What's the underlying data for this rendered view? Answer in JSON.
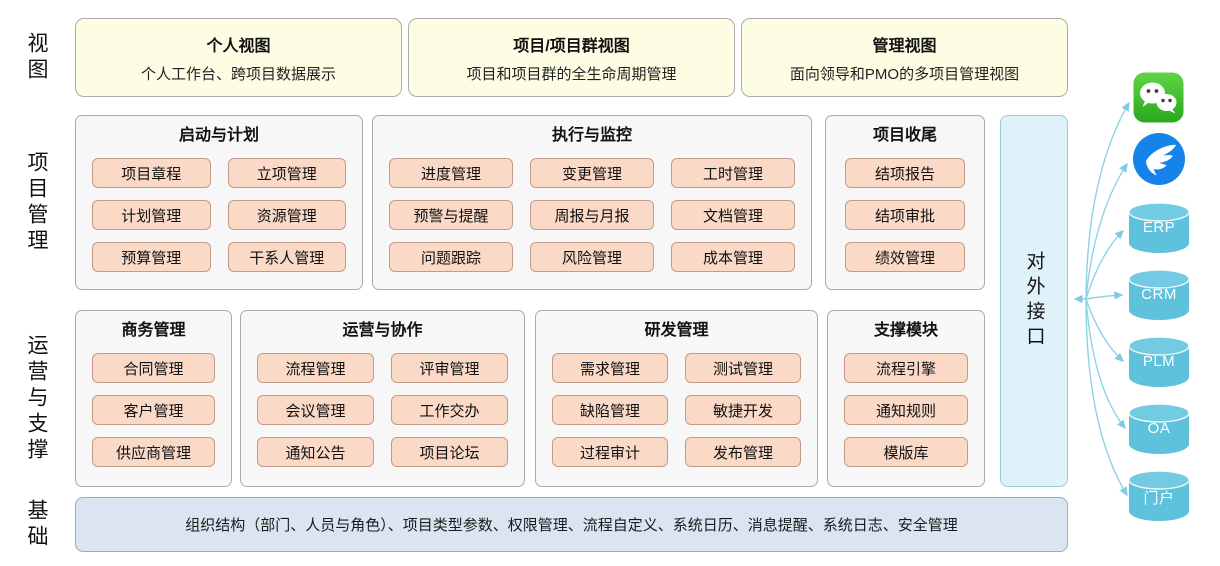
{
  "layers": {
    "views": {
      "label": "视图",
      "boxes": [
        {
          "title": "个人视图",
          "subtitle": "个人工作台、跨项目数据展示"
        },
        {
          "title": "项目/项目群视图",
          "subtitle": "项目和项目群的全生命周期管理"
        },
        {
          "title": "管理视图",
          "subtitle": "面向领导和PMO的多项目管理视图"
        }
      ]
    },
    "project_management": {
      "label": "项目管理",
      "sections": [
        {
          "title": "启动与计划",
          "columns": 2,
          "items": [
            "项目章程",
            "立项管理",
            "计划管理",
            "资源管理",
            "预算管理",
            "干系人管理"
          ]
        },
        {
          "title": "执行与监控",
          "columns": 3,
          "items": [
            "进度管理",
            "变更管理",
            "工时管理",
            "预警与提醒",
            "周报与月报",
            "文档管理",
            "问题跟踪",
            "风险管理",
            "成本管理"
          ]
        },
        {
          "title": "项目收尾",
          "columns": 1,
          "items": [
            "结项报告",
            "结项审批",
            "绩效管理"
          ]
        }
      ]
    },
    "operations_support": {
      "label": "运营与支撑",
      "sections": [
        {
          "title": "商务管理",
          "columns": 1,
          "items": [
            "合同管理",
            "客户管理",
            "供应商管理"
          ]
        },
        {
          "title": "运营与协作",
          "columns": 2,
          "items": [
            "流程管理",
            "评审管理",
            "会议管理",
            "工作交办",
            "通知公告",
            "项目论坛"
          ]
        },
        {
          "title": "研发管理",
          "columns": 2,
          "items": [
            "需求管理",
            "测试管理",
            "缺陷管理",
            "敏捷开发",
            "过程审计",
            "发布管理"
          ]
        },
        {
          "title": "支撑模块",
          "columns": 1,
          "items": [
            "流程引擎",
            "通知规则",
            "模版库"
          ]
        }
      ]
    },
    "foundation": {
      "label": "基础",
      "text": "组织结构（部门、人员与角色）、项目类型参数、权限管理、流程自定义、系统日历、消息提醒、系统日志、安全管理"
    }
  },
  "external": {
    "interface_label": "对外接口",
    "icons": [
      {
        "name": "wechat-icon"
      },
      {
        "name": "dingtalk-icon"
      }
    ],
    "systems": [
      "ERP",
      "CRM",
      "PLM",
      "OA",
      "门户"
    ]
  },
  "colors": {
    "view_box_fill": "#FDFDE3",
    "section_fill": "#F7F7F7",
    "card_fill": "#FAD9C7",
    "card_border": "#C49B8A",
    "interface_fill": "#E0F2F9",
    "foundation_fill": "#DBE5F1",
    "cylinder_fill": "#5FC2DC",
    "arrow": "#8FD2E8",
    "wechat_green": "#43C427",
    "dingtalk_blue": "#1583E9"
  }
}
